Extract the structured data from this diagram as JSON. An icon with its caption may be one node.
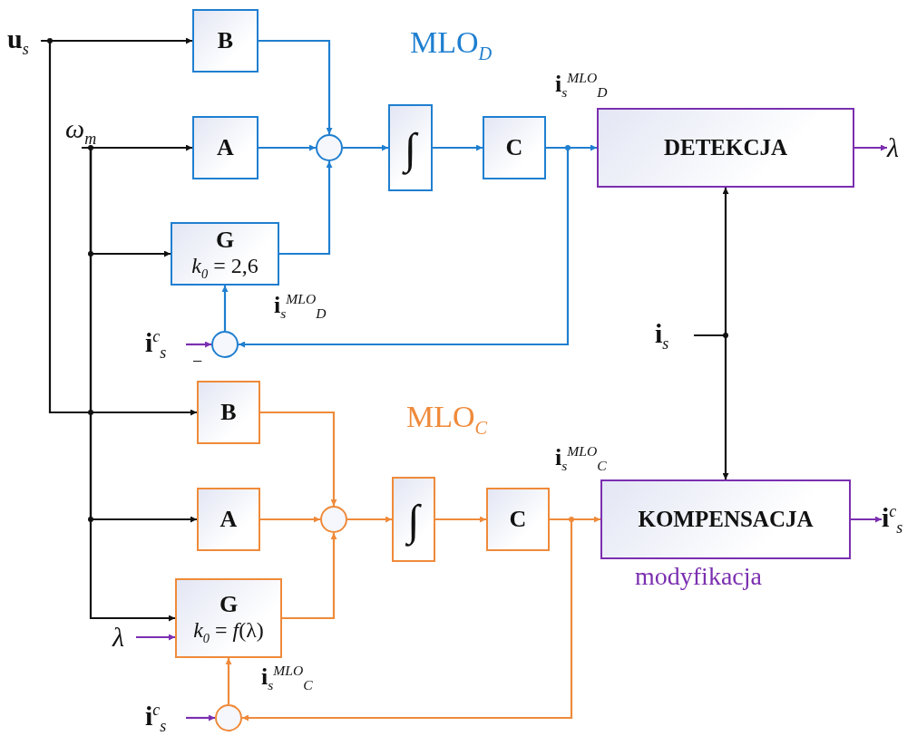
{
  "diagram": {
    "nodes": [
      {
        "text": [
          "**u**$_{s}$"
        ]
      },
      {
        "text": [
          "ω$_{m}$"
        ]
      },
      {
        "text": [
          "B"
        ]
      },
      {
        "text": [
          "A"
        ]
      },
      {
        "text": [
          "G",
          "*k*$_{0}$ = 2,6"
        ]
      },
      {
        "text": [],
        "shape": "circle"
      },
      {
        "text": [
          "∫"
        ]
      },
      {
        "text": [
          "C"
        ]
      },
      {
        "text": [
          "DETEKCJA"
        ]
      },
      {
        "text": [
          "λ"
        ]
      },
      {
        "text": [
          "**i**$^{c}$$_{s}$"
        ]
      },
      {
        "text": [],
        "shape": "circle"
      },
      {
        "text": [
          "**i**$_{s}$"
        ]
      },
      {
        "text": [
          "B"
        ]
      },
      {
        "text": [
          "A"
        ]
      },
      {
        "text": [
          "G",
          "*k*$_{0}$ = *f*(λ)"
        ]
      },
      {
        "text": [],
        "shape": "circle"
      },
      {
        "text": [
          "∫"
        ]
      },
      {
        "text": [
          "C"
        ]
      },
      {
        "text": [
          "KOMPENSACJA"
        ],
        "beside": [
          "modyfikacja"
        ]
      },
      {
        "text": [
          "**i**$^{c}$$_{s}$"
        ]
      },
      {
        "text": [
          "λ"
        ]
      },
      {
        "text": [
          "**i**$^{c}$$_{s}$"
        ]
      },
      {
        "text": [],
        "shape": "circle"
      }
    ],
    "edges": [
      {
        "from": 0,
        "to": 2,
        "arrow": "to",
        "color": "#111111"
      },
      {
        "from": 0,
        "to": 13,
        "arrow": "to",
        "color": "#111111"
      },
      {
        "from": 1,
        "to": 3,
        "arrow": "to",
        "color": "#111111"
      },
      {
        "from": 1,
        "to": 4,
        "arrow": "to",
        "color": "#111111"
      },
      {
        "from": 1,
        "to": 14,
        "arrow": "to",
        "color": "#111111"
      },
      {
        "from": 1,
        "to": 15,
        "arrow": "to",
        "color": "#111111"
      },
      {
        "from": 2,
        "to": 5,
        "arrow": "to",
        "color": "#1f7fd0"
      },
      {
        "from": 3,
        "to": 5,
        "arrow": "to",
        "color": "#1f7fd0"
      },
      {
        "from": 4,
        "to": 5,
        "arrow": "to",
        "color": "#1f7fd0"
      },
      {
        "from": 5,
        "to": 6,
        "arrow": "to",
        "color": "#1f7fd0"
      },
      {
        "from": 6,
        "to": 7,
        "arrow": "to",
        "color": "#1f7fd0"
      },
      {
        "from": 7,
        "to": 8,
        "arrow": "to",
        "color": "#1f7fd0"
      },
      {
        "from": 7,
        "to": 11,
        "arrow": "to",
        "color": "#1f7fd0"
      },
      {
        "from": 10,
        "to": 11,
        "arrow": "to",
        "color": "#7b2fb0"
      },
      {
        "from": 11,
        "to": 4,
        "arrow": "to",
        "color": "#1f7fd0"
      },
      {
        "from": 8,
        "to": 9,
        "arrow": "to",
        "color": "#7b2fb0"
      },
      {
        "from": 12,
        "to": 8,
        "arrow": "to",
        "color": "#111111"
      },
      {
        "from": 12,
        "to": 19,
        "arrow": "to",
        "color": "#111111"
      },
      {
        "from": 13,
        "to": 16,
        "arrow": "to",
        "color": "#ef8a3a"
      },
      {
        "from": 14,
        "to": 16,
        "arrow": "to",
        "color": "#ef8a3a"
      },
      {
        "from": 15,
        "to": 16,
        "arrow": "to",
        "color": "#ef8a3a"
      },
      {
        "from": 16,
        "to": 17,
        "arrow": "to",
        "color": "#ef8a3a"
      },
      {
        "from": 17,
        "to": 18,
        "arrow": "to",
        "color": "#ef8a3a"
      },
      {
        "from": 18,
        "to": 19,
        "arrow": "to",
        "color": "#ef8a3a"
      },
      {
        "from": 18,
        "to": 23,
        "arrow": "to",
        "color": "#ef8a3a"
      },
      {
        "from": 22,
        "to": 23,
        "arrow": "to",
        "color": "#7b2fb0"
      },
      {
        "from": 23,
        "to": 15,
        "arrow": "to",
        "color": "#ef8a3a"
      },
      {
        "from": 21,
        "to": 15,
        "arrow": "to",
        "color": "#7b2fb0"
      },
      {
        "from": 19,
        "to": 20,
        "arrow": "to",
        "color": "#7b2fb0"
      }
    ],
    "labels": [
      "MLO$_{D}$",
      "**i**$_{s}$$^{MLO}$$_{D}$",
      "**i**$_{s}$$^{MLO}$$_{D}$",
      "−",
      "MLO$_{C}$",
      "**i**$_{s}$$^{MLO}$$_{C}$",
      "**i**$_{s}$$^{MLO}$$_{C}$"
    ]
  }
}
